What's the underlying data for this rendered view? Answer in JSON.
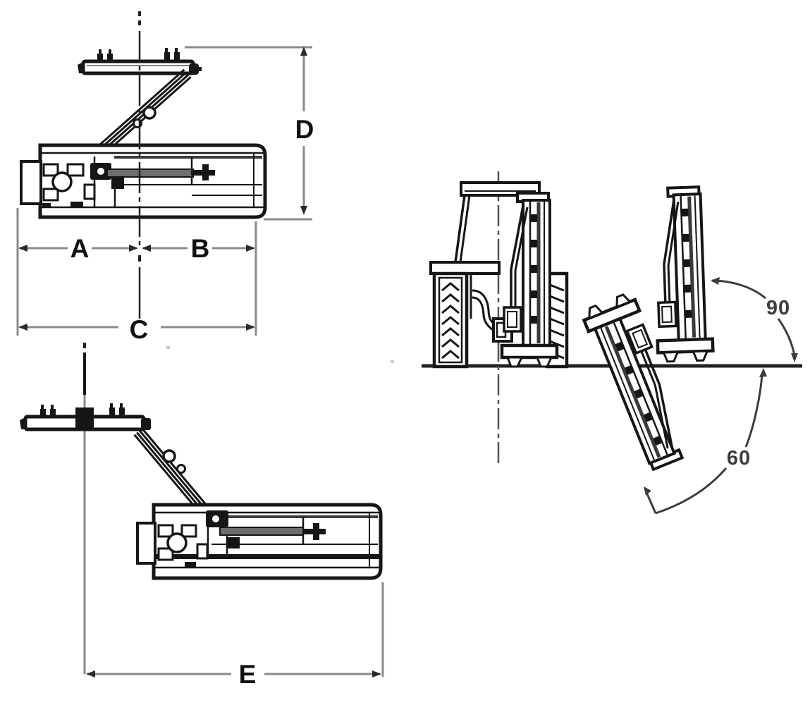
{
  "diagram": {
    "description": "Offset flail mower technical dimension diagram with top view, offset side view and tractor rear view showing working angles",
    "labels": {
      "a": "A",
      "b": "B",
      "c": "C",
      "d": "D",
      "e": "E",
      "angle_vertical": "90",
      "angle_down": "60"
    },
    "colors": {
      "background": "#ffffff",
      "machine_line": "#161616",
      "dimension_line": "#8a8a8a",
      "label_text": "#111111",
      "angle_text": "#3d3d3d"
    }
  }
}
